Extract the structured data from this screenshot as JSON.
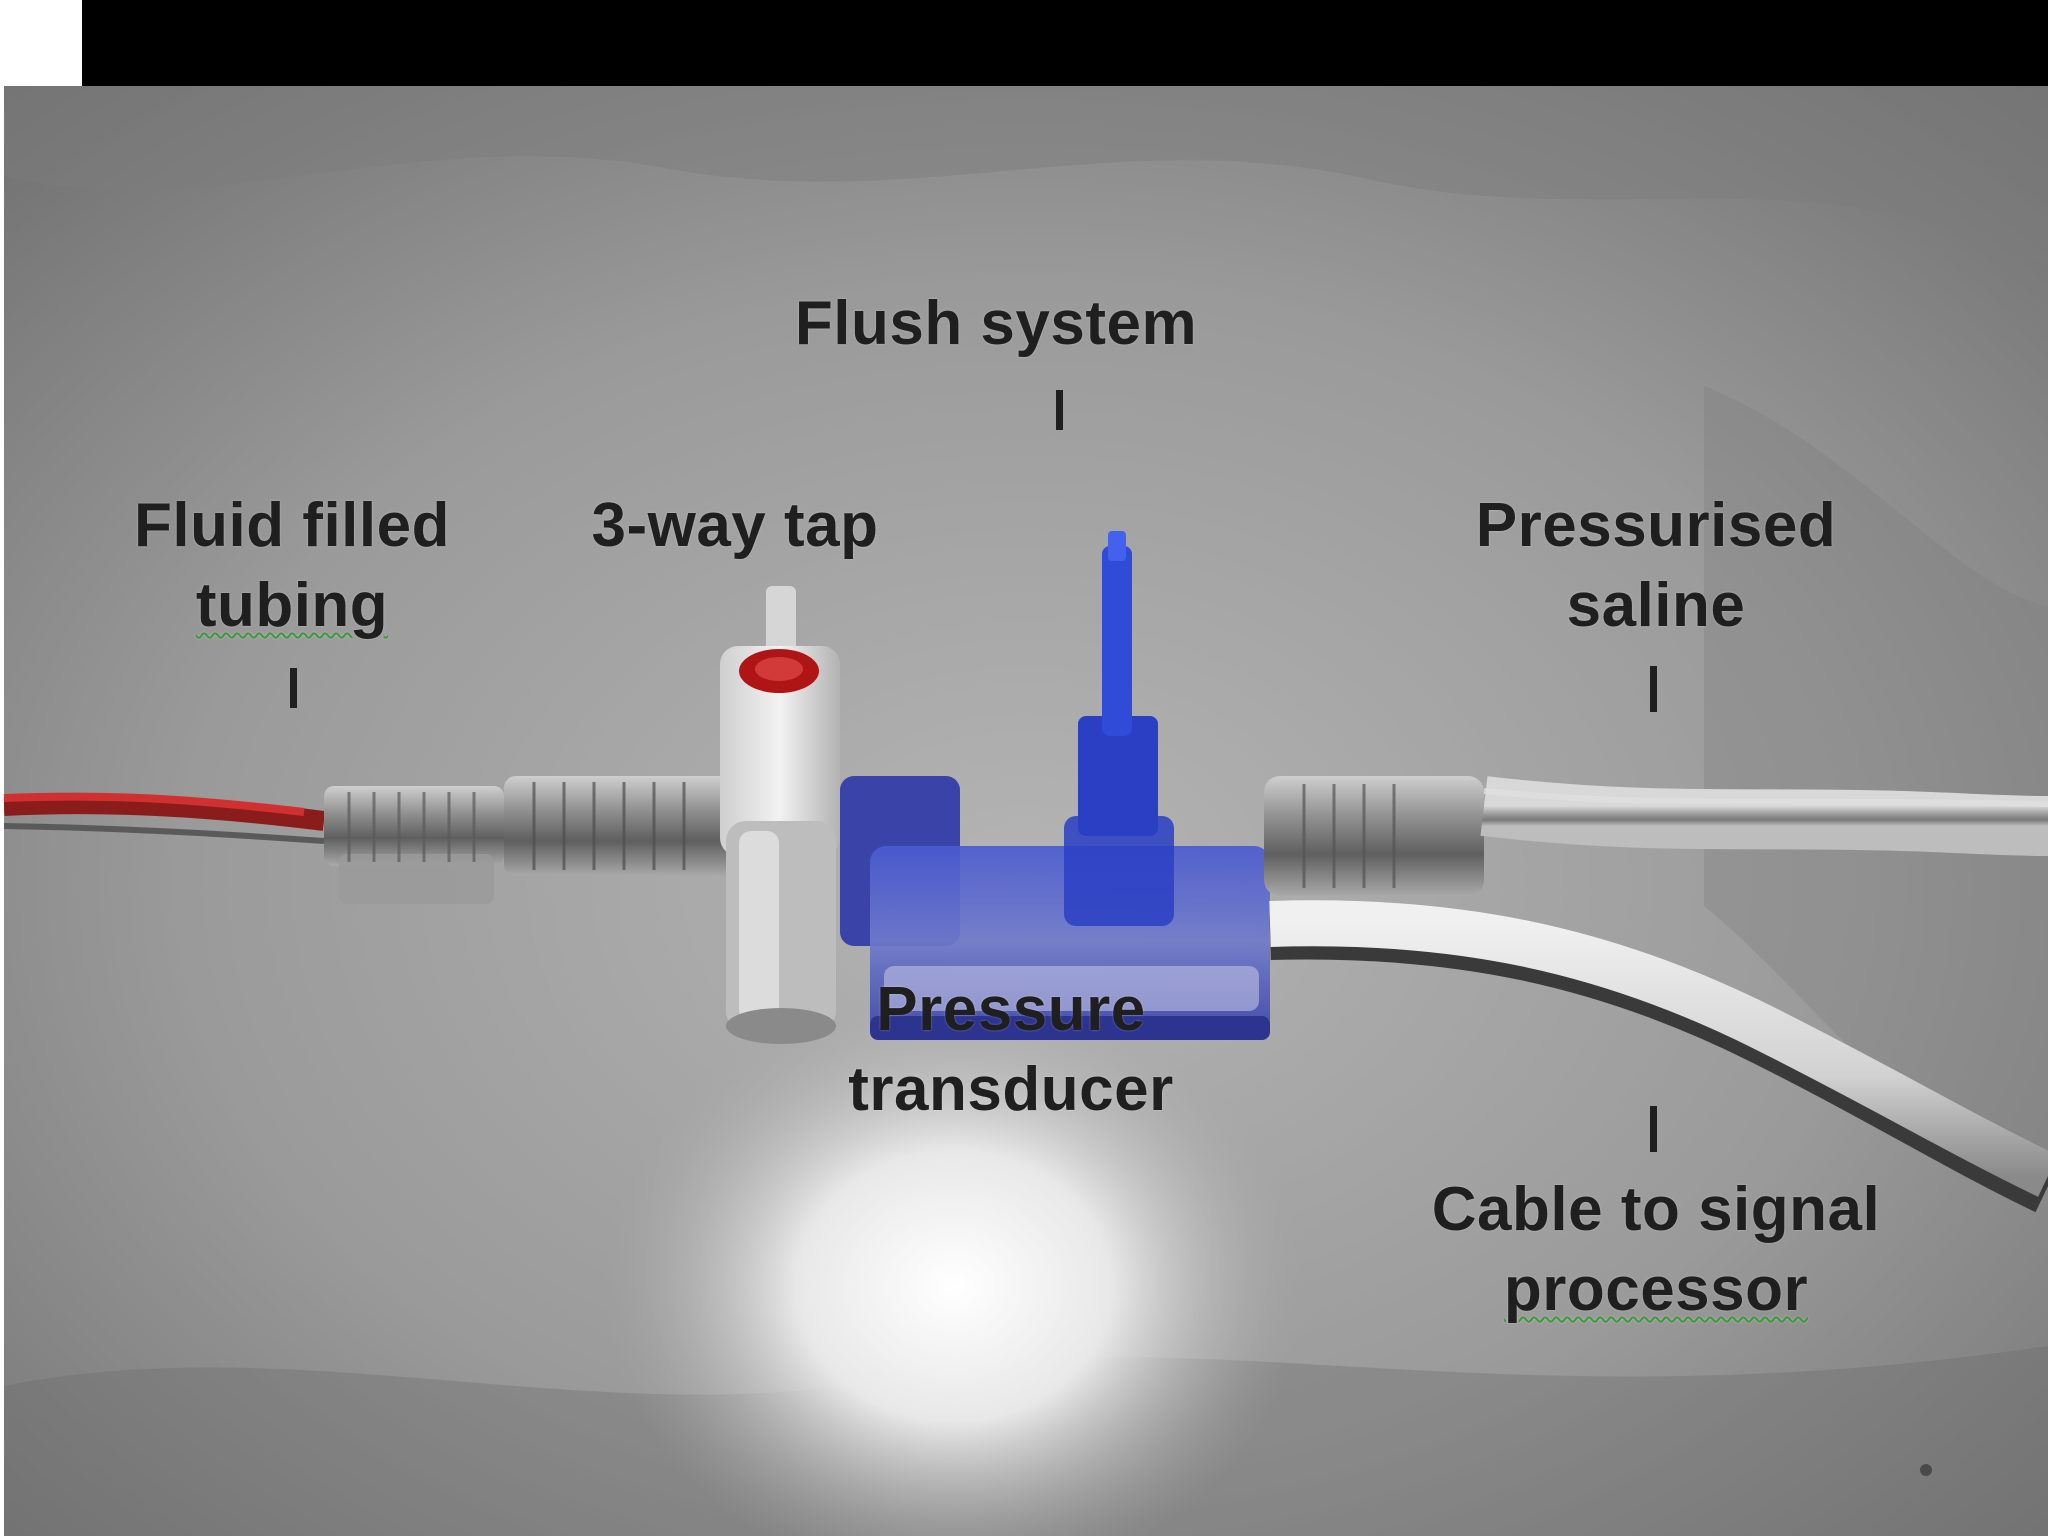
{
  "labels": {
    "flush_system": "Flush system",
    "fluid_filled_tubing": [
      "Fluid filled",
      "tubing"
    ],
    "three_way_tap": "3-way tap",
    "pressurised_saline": [
      "Pressurised",
      "saline"
    ],
    "pressure_transducer": [
      "Pressure",
      "transducer"
    ],
    "cable_to_signal_processor": [
      "Cable to signal",
      "processor"
    ]
  },
  "colors": {
    "background": "#8e8e8e",
    "flush_device": "#2a3fc4",
    "tap_handle": "#b01515",
    "tubing_red": "#c0282a",
    "text": "#1f1f1f"
  }
}
